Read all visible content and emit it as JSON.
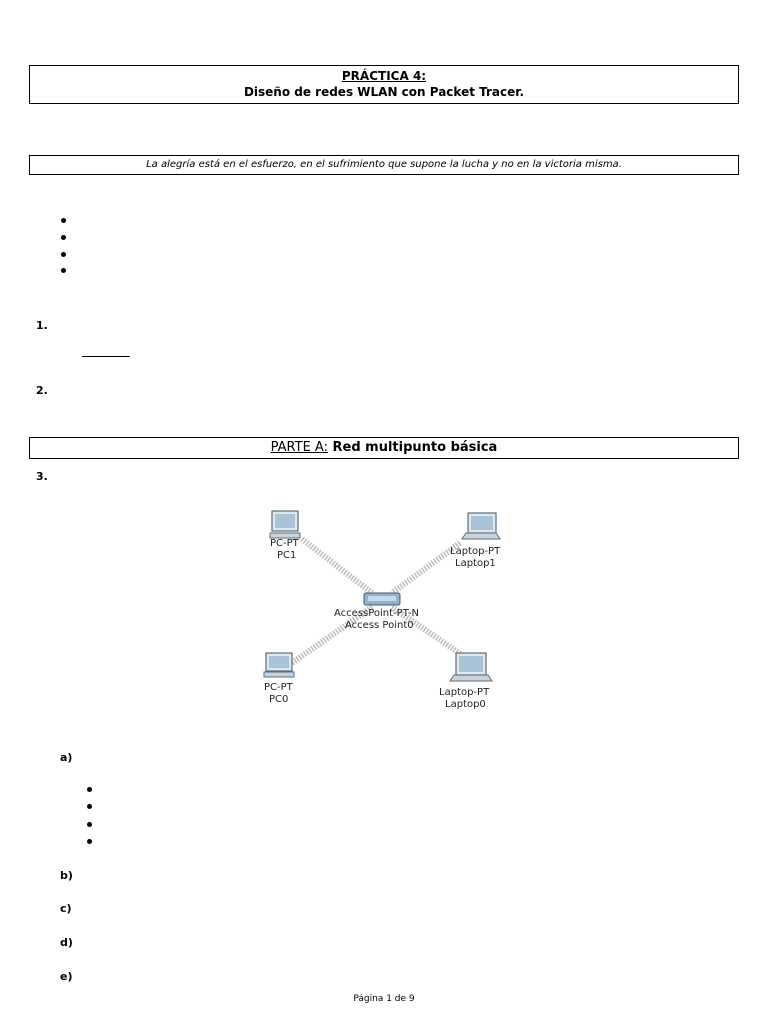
{
  "header": {
    "line1": "PRÁCTICA 4:",
    "line2": "Diseño de redes WLAN con Packet Tracer."
  },
  "quote": "La alegría está en el esfuerzo, en el sufrimiento que supone la lucha y no en la victoria misma.",
  "items": {
    "n1": "1.",
    "n2": "2.",
    "n3": "3."
  },
  "parte_a": {
    "label": "PARTE A:",
    "title": " Red multipunto básica"
  },
  "diagram": {
    "pc1_type": "PC-PT",
    "pc1_name": "PC1",
    "laptop1_type": "Laptop-PT",
    "laptop1_name": "Laptop1",
    "ap_type": "AccessPoint-PT-N",
    "ap_name": "Access Point0",
    "pc0_type": "PC-PT",
    "pc0_name": "PC0",
    "laptop0_type": "Laptop-PT",
    "laptop0_name": "Laptop0"
  },
  "subitems": {
    "a": "a)",
    "b": "b)",
    "c": "c)",
    "d": "d)",
    "e": "e)"
  },
  "footer": "Página 1 de 9"
}
